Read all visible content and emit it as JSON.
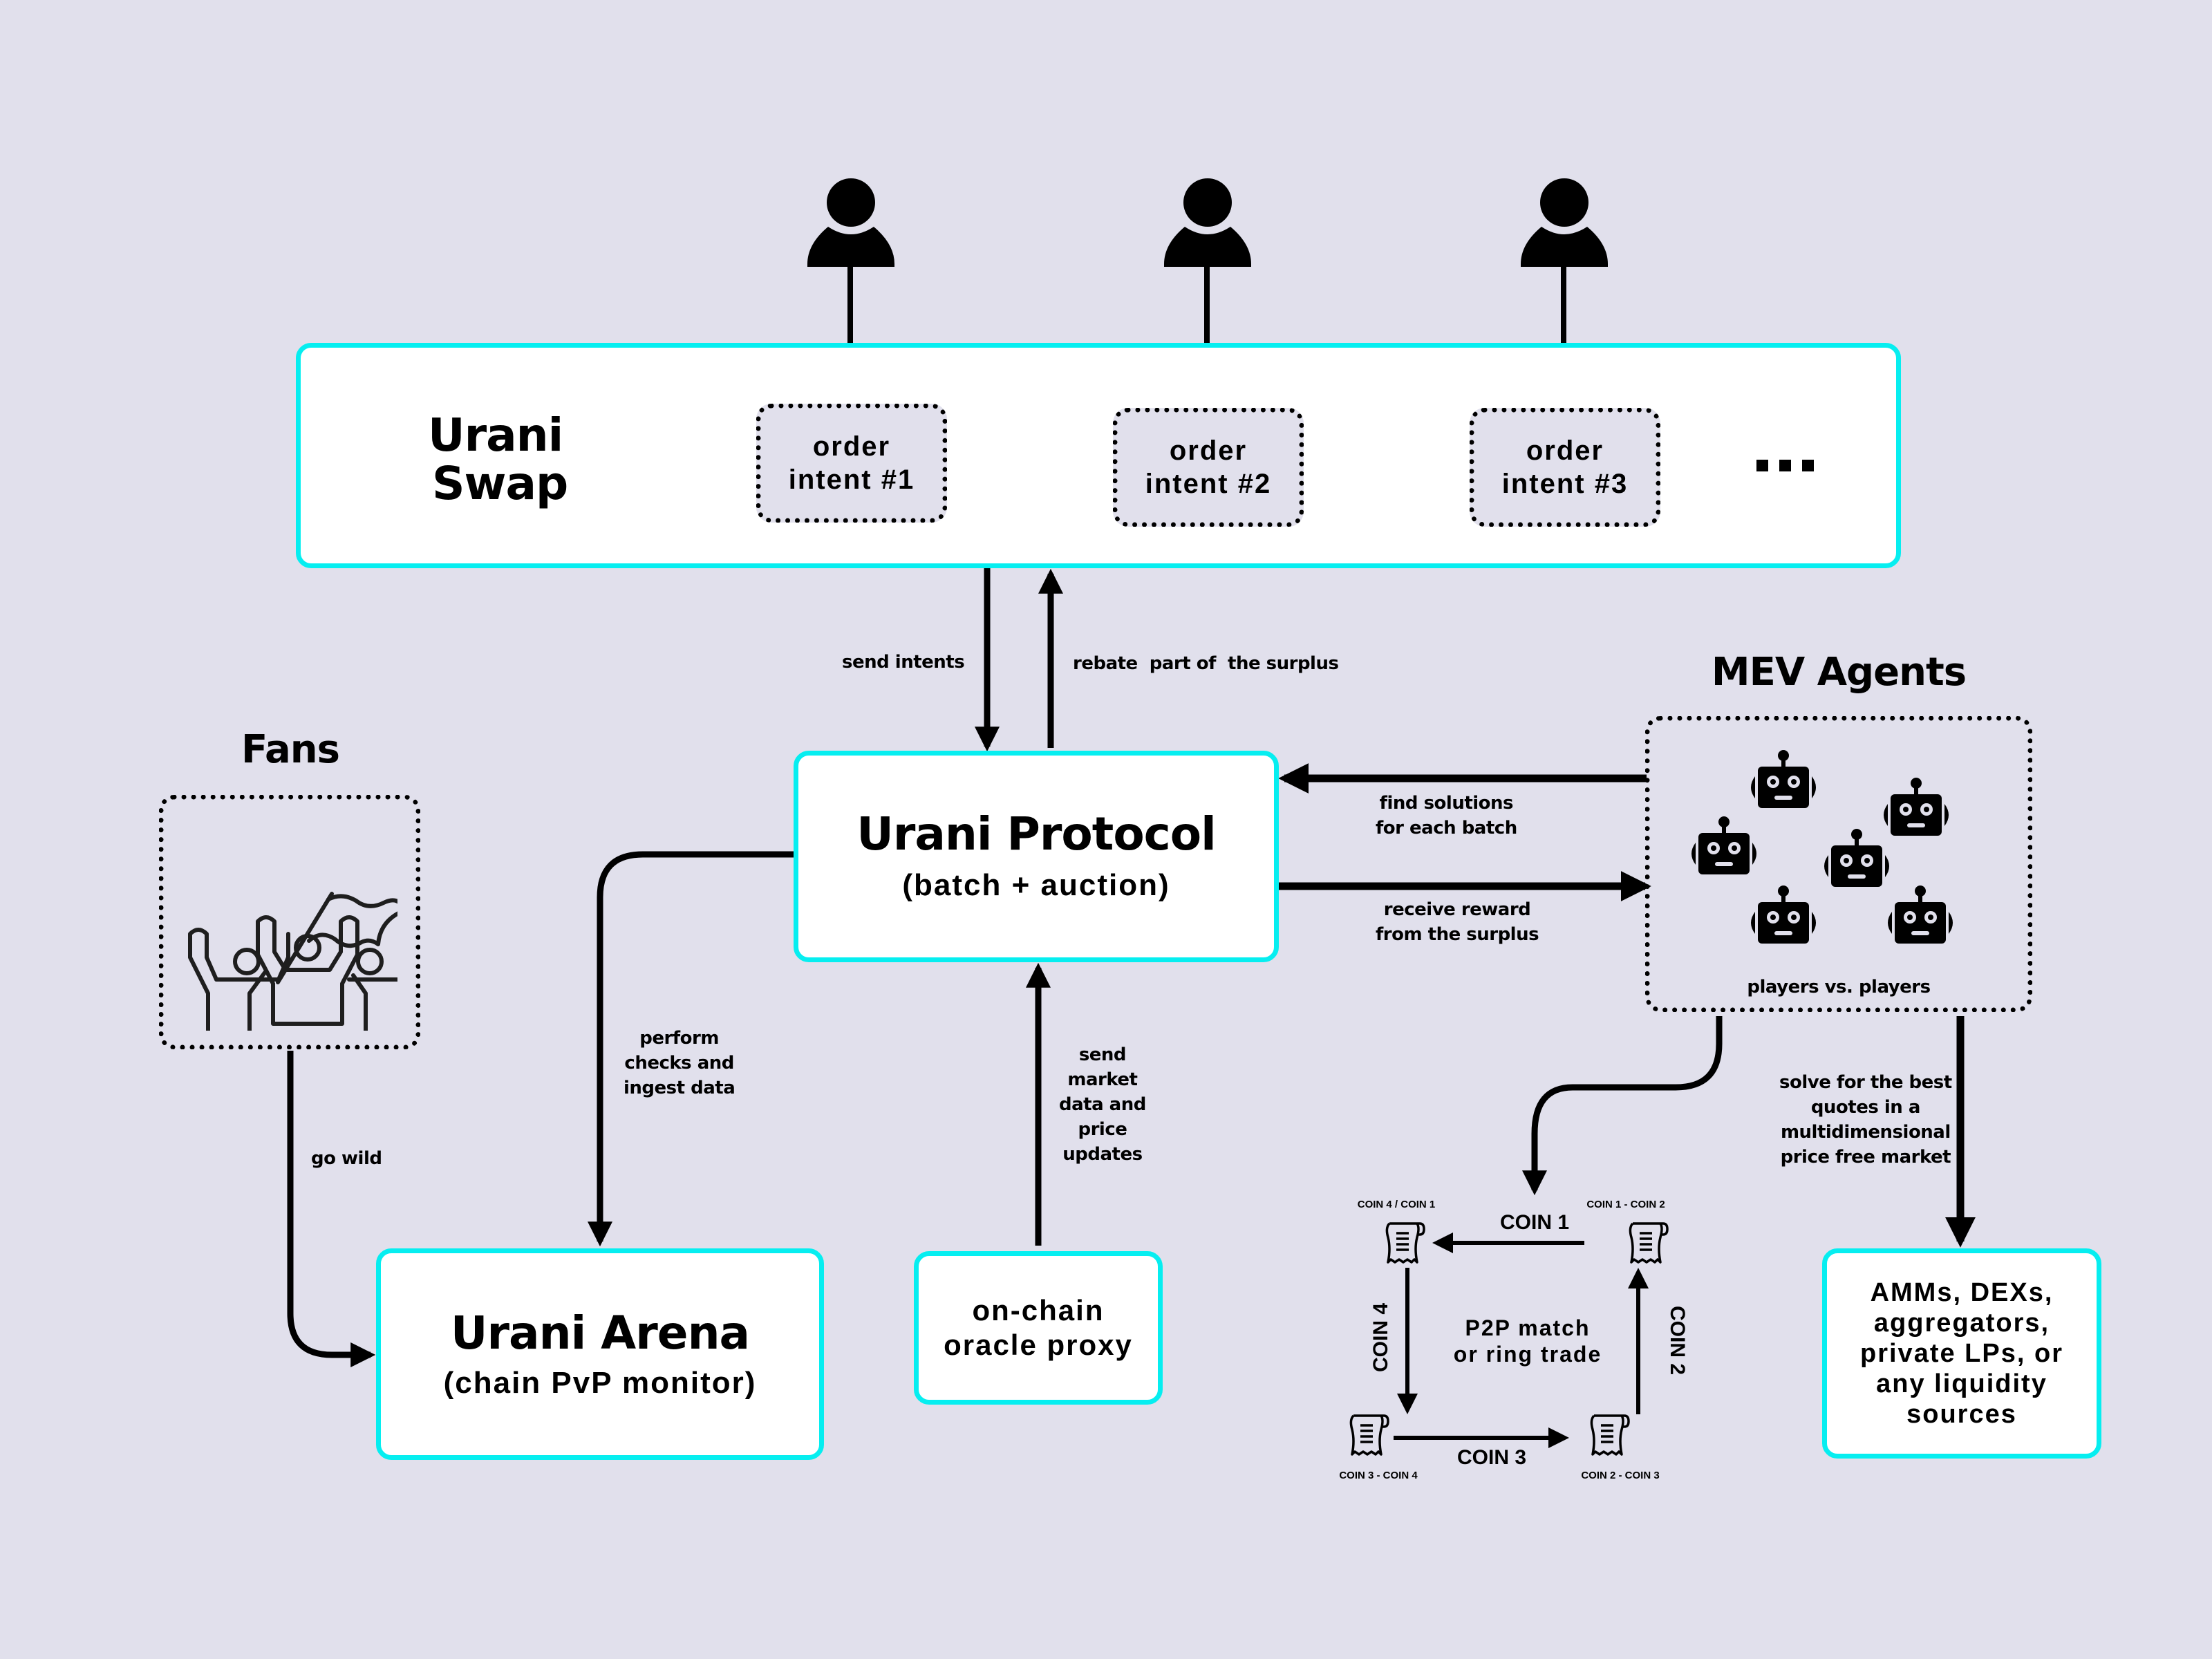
{
  "canvas": {
    "background": "#e1e0ec",
    "accent": "#06eef0"
  },
  "users": [
    {
      "icon": "user-icon"
    },
    {
      "icon": "user-icon"
    },
    {
      "icon": "user-icon"
    }
  ],
  "urani_swap": {
    "title_line1": "Urani",
    "title_line2": "Swap",
    "intents": [
      {
        "line1": "order",
        "line2": "intent #1"
      },
      {
        "line1": "order",
        "line2": "intent #2"
      },
      {
        "line1": "order",
        "line2": "intent #3"
      }
    ],
    "more": "..."
  },
  "flows": {
    "send_intents": "send intents",
    "rebate": "rebate  part of  the surplus",
    "find_solutions": [
      "find solutions",
      "for each batch"
    ],
    "receive_reward": [
      "receive reward",
      "from the surplus"
    ],
    "perform_checks": [
      "perform",
      "checks and",
      "ingest data"
    ],
    "send_market": [
      "send",
      "market",
      "data and",
      "price",
      "updates"
    ],
    "go_wild": "go wild",
    "solve_best": [
      "solve for the best",
      "quotes in a",
      "multidimensional",
      "price free market"
    ]
  },
  "protocol": {
    "title": "Urani Protocol",
    "subtitle": "(batch + auction)"
  },
  "fans": {
    "title": "Fans",
    "icon": "cheering-fans-flag-icon"
  },
  "mev": {
    "title": "MEV Agents",
    "caption": "players vs. players",
    "agent_count": 6,
    "agent_icon": "robot-icon"
  },
  "arena": {
    "title": "Urani Arena",
    "subtitle": "(chain PvP monitor)"
  },
  "oracle": {
    "line1": "on-chain",
    "line2": "oracle proxy"
  },
  "liquidity": {
    "lines": [
      "AMMs, DEXs,",
      "aggregators,",
      "private LPs, or",
      "any liquidity",
      "sources"
    ]
  },
  "ring_trade": {
    "center": [
      "P2P match",
      "or ring trade"
    ],
    "nodes": {
      "top_left": "COIN 4 / COIN 1",
      "top_right": "COIN 1 - COIN 2",
      "bottom_left": "COIN 3 - COIN 4",
      "bottom_right": "COIN 2 - COIN 3"
    },
    "edges": {
      "top": "COIN 1",
      "right": "COIN 2",
      "bottom": "COIN 3",
      "left": "COIN 4"
    },
    "node_icon": "receipt-icon"
  }
}
